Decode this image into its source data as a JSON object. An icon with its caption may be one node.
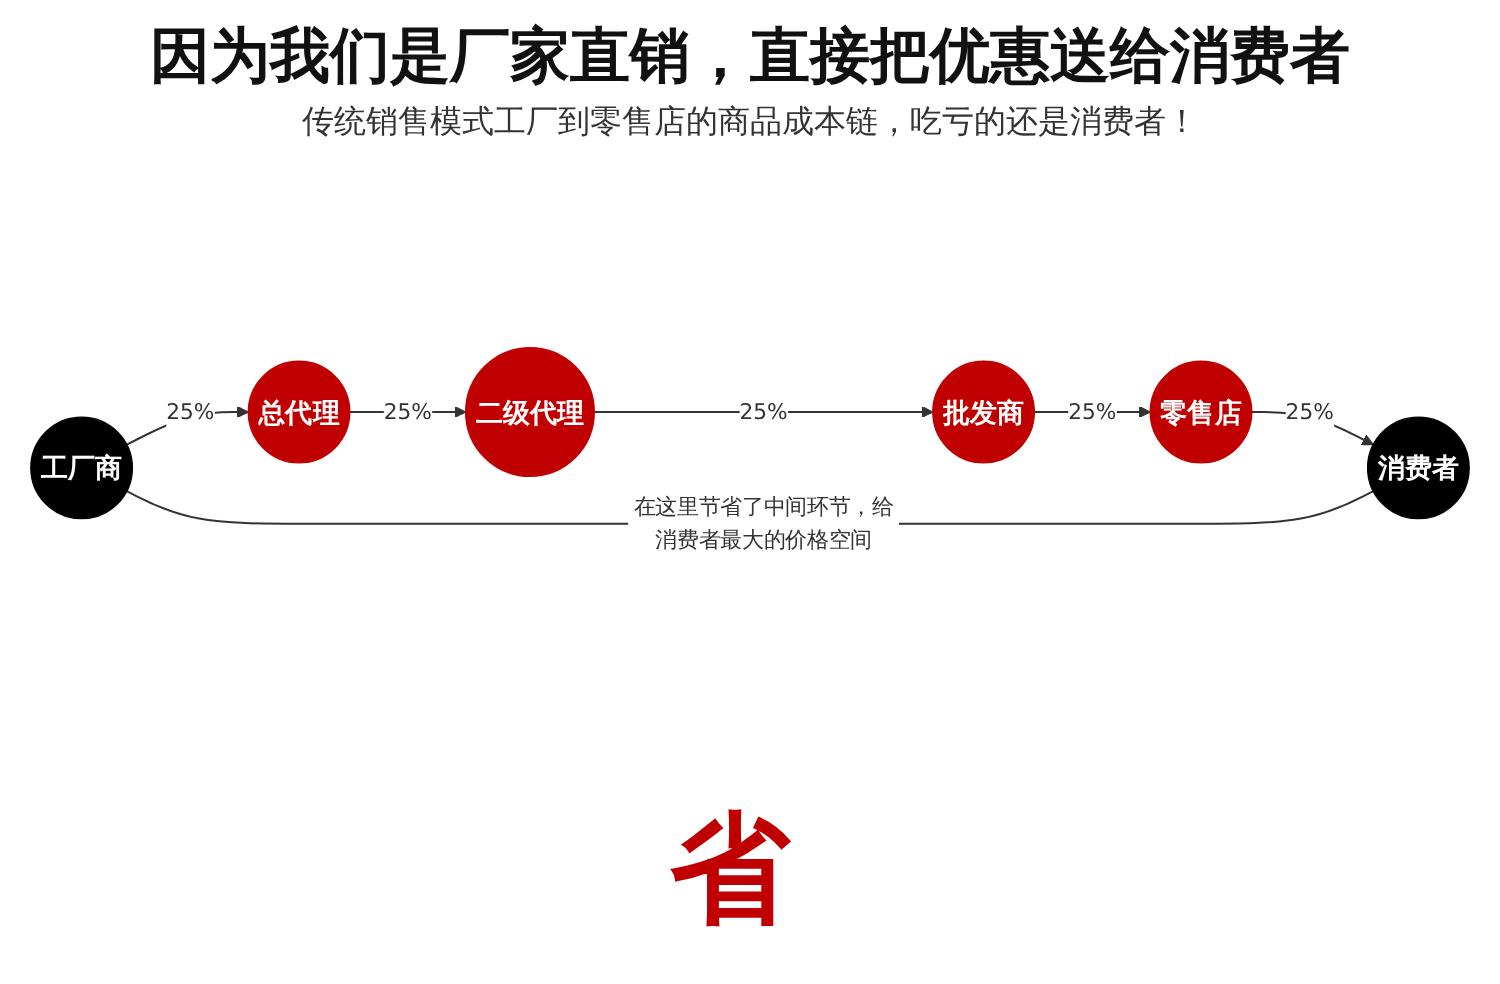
{
  "diagram": {
    "title": "因为我们是厂家直销，直接把优惠送给消费者",
    "nodes": [
      {
        "text": [
          "工厂商"
        ]
      },
      {
        "text": [
          "总代理"
        ]
      },
      {
        "text": [
          "二级代理"
        ]
      },
      {
        "text": [
          "批发商"
        ]
      },
      {
        "text": [
          "零售店"
        ]
      },
      {
        "text": [
          "消费者"
        ]
      }
    ],
    "edges": [
      {
        "from": 0,
        "to": 1,
        "arrow": "to",
        "label": "25%"
      },
      {
        "from": 1,
        "to": 2,
        "arrow": "to",
        "label": "25%"
      },
      {
        "from": 2,
        "to": 3,
        "arrow": "to",
        "label": "25%"
      },
      {
        "from": 3,
        "to": 4,
        "arrow": "to",
        "label": "25%"
      },
      {
        "from": 4,
        "to": 5,
        "arrow": "to",
        "label": "25%"
      },
      {
        "from": 0,
        "to": 5,
        "arrow": "none",
        "label": "在这里节省了中间环节，给消费者最大的价格空间"
      }
    ],
    "labels": [
      "传统销售模式工厂到零售店的商品成本链，吃亏的还是消费者！",
      "省"
    ]
  }
}
